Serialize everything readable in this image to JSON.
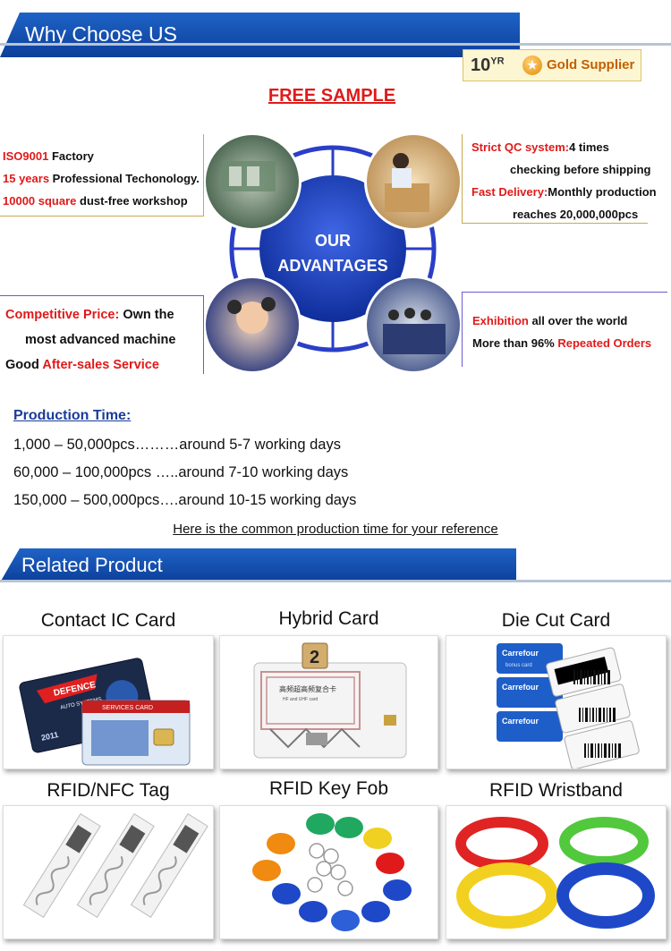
{
  "sections": {
    "why_title": "Why Choose US",
    "related_title": "Related Product"
  },
  "badge": {
    "years": "10",
    "years_unit": "YR",
    "supplier": "Gold Supplier"
  },
  "free_sample": "FREE SAMPLE",
  "center": {
    "line1": "OUR",
    "line2": "ADVANTAGES"
  },
  "advantages": {
    "top_left": [
      {
        "highlight": "ISO9001",
        "text": " Factory"
      },
      {
        "highlight": "15 years",
        "text": " Professional Techonology."
      },
      {
        "highlight": "10000 square",
        "text": " dust-free workshop"
      }
    ],
    "top_right": [
      {
        "highlight": "Strict QC system:",
        "text": "4 times"
      },
      {
        "highlight": "",
        "text": "checking before shipping"
      },
      {
        "highlight": "Fast Delivery:",
        "text": "Monthly production"
      },
      {
        "highlight": "",
        "text": "reaches 20,000,000pcs"
      }
    ],
    "bottom_left": {
      "l1_highlight": "Competitive Price:",
      "l1_text": " Own the",
      "l2_text": "most advanced machine",
      "l3_text": "Good ",
      "l3_highlight": "After-sales Service"
    },
    "bottom_right": {
      "l1_highlight": "Exhibition",
      "l1_text": " all over the world",
      "l2_text": "More than 96% ",
      "l2_highlight": "Repeated Orders"
    }
  },
  "production": {
    "heading": "Production Time:",
    "lines": [
      "1,000 – 50,000pcs………around 5-7 working days",
      "60,000 – 100,000pcs …..around 7-10 working days",
      "150,000 – 500,000pcs….around 10-15 working days"
    ],
    "note": "Here is the common production time for your reference"
  },
  "products": [
    {
      "label": "Contact IC Card"
    },
    {
      "label": "Hybrid Card"
    },
    {
      "label": "Die Cut Card"
    },
    {
      "label": "RFID/NFC Tag"
    },
    {
      "label": "RFID Key Fob"
    },
    {
      "label": "RFID Wristband"
    }
  ],
  "product_images": {
    "contact_card_brand": "DEFENCE",
    "contact_card_sub": "AUTO SYSTEMS",
    "contact_card_year": "2011",
    "contact_card_service": "SERVICES CARD",
    "hybrid_card_text": "高频超高频复合卡",
    "hybrid_card_sub": "HF and UHF card",
    "hybrid_cube": "2",
    "diecut_brand": "Carrefour",
    "diecut_sub": "bonus card"
  },
  "colors": {
    "header_blue": "#1448ac",
    "highlight_red": "#e01a1a",
    "production_blue": "#1a3c99",
    "gold_text": "#c45f00"
  }
}
